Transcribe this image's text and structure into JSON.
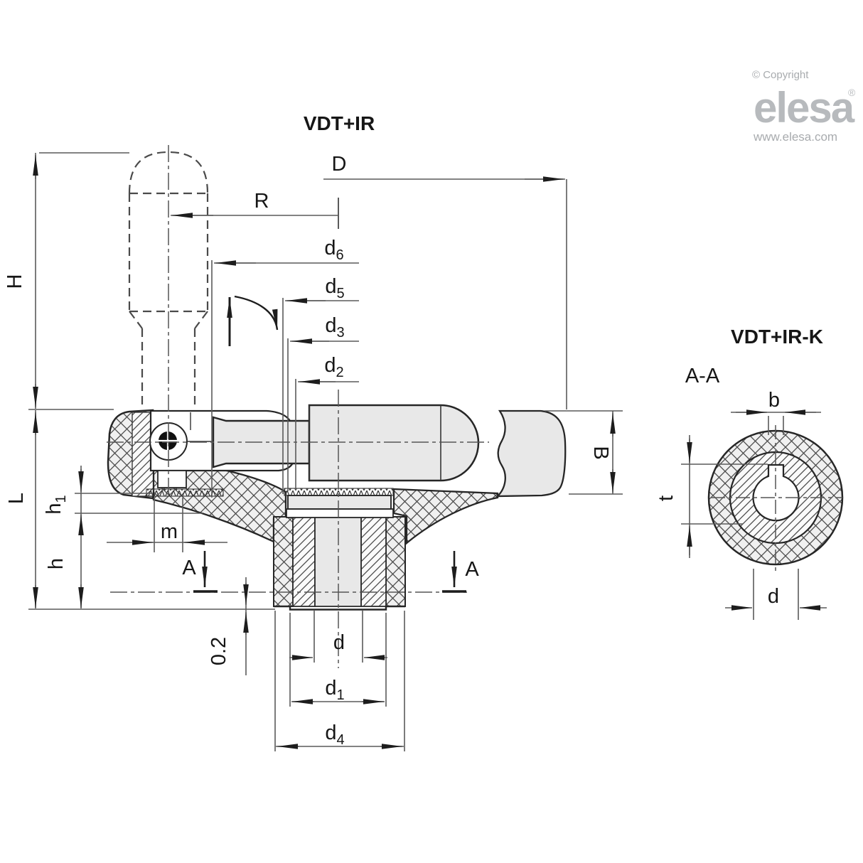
{
  "branding": {
    "copyright": "© Copyright",
    "logo": "elesa",
    "registered": "®",
    "website": "www.elesa.com"
  },
  "main_view": {
    "title": "VDT+IR"
  },
  "section_view": {
    "title": "VDT+IR-K",
    "cut_label": "A-A"
  },
  "dims": {
    "D": {
      "label": "D"
    },
    "R": {
      "label": "R"
    },
    "H": {
      "label": "H"
    },
    "L": {
      "label": "L"
    },
    "h1": {
      "base": "h",
      "sub": "1"
    },
    "h": {
      "label": "h"
    },
    "m": {
      "label": "m"
    },
    "B": {
      "label": "B"
    },
    "offset": {
      "label": "0.2"
    },
    "d": {
      "label": "d"
    },
    "d1": {
      "base": "d",
      "sub": "1"
    },
    "d4": {
      "base": "d",
      "sub": "4"
    },
    "d2": {
      "base": "d",
      "sub": "2"
    },
    "d3": {
      "base": "d",
      "sub": "3"
    },
    "d5": {
      "base": "d",
      "sub": "5"
    },
    "d6": {
      "base": "d",
      "sub": "6"
    },
    "A_left": {
      "label": "A"
    },
    "A_right": {
      "label": "A"
    },
    "b": {
      "label": "b"
    },
    "t": {
      "label": "t"
    },
    "d_section": {
      "label": "d"
    }
  },
  "colors": {
    "object_line": "#262626",
    "dim_line": "#5a5a5a",
    "fill_gray": "#e8e8e8",
    "logo_gray": "#b7babd"
  }
}
